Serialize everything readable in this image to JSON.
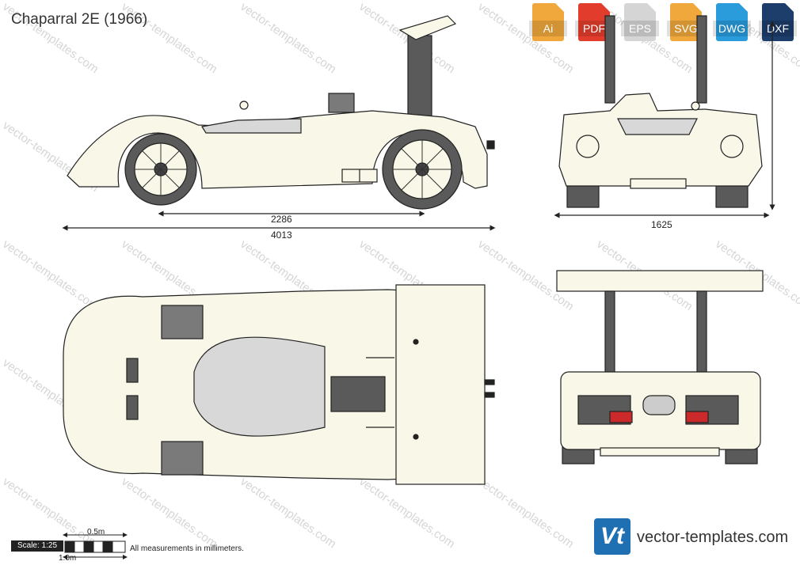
{
  "title": "Chaparral 2E (1966)",
  "formats": [
    {
      "label": "Ai",
      "color": "#f0a83c"
    },
    {
      "label": "PDF",
      "color": "#e23d2c"
    },
    {
      "label": "EPS",
      "color": "#d5d5d5"
    },
    {
      "label": "SVG",
      "color": "#f0a83c"
    },
    {
      "label": "DWG",
      "color": "#2a9bdb"
    },
    {
      "label": "DXF",
      "color": "#1d3d6a"
    }
  ],
  "watermark": "vector-templates.com",
  "dimensions": {
    "wheelbase": "2286",
    "length": "4013",
    "width": "1625"
  },
  "scale": {
    "label": "Scale: 1:25",
    "half": "0.5m",
    "full": "1.0m"
  },
  "note": "All measurements in millimeters.",
  "brand": {
    "logo": "Vt",
    "text": "vector-templates.com"
  },
  "colors": {
    "body": "#f8f7e8",
    "outline": "#222222",
    "tire": "#5a5a5a",
    "glass": "#d8d8d8",
    "light": "#cc2a2a"
  }
}
